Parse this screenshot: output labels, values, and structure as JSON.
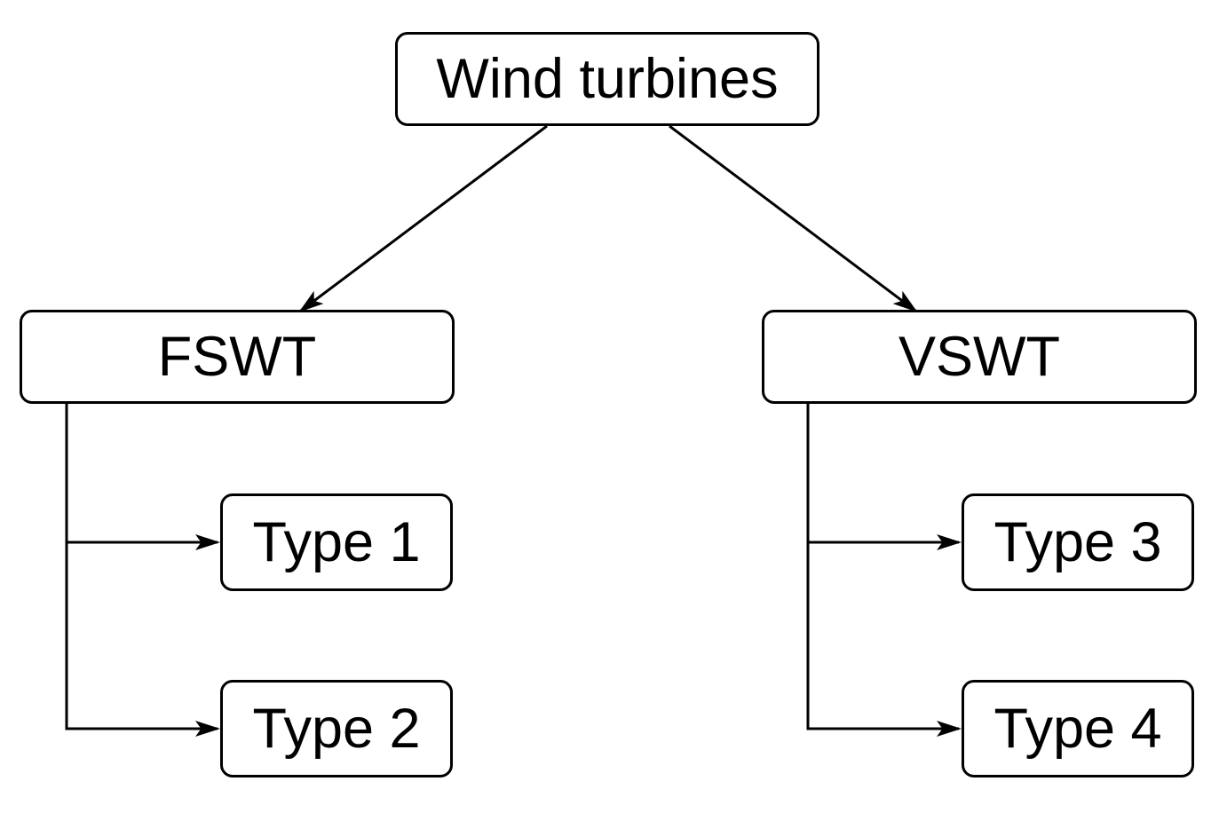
{
  "diagram": {
    "type": "tree",
    "background_color": "#ffffff",
    "line_color": "#000000",
    "box_fill_color": "#ffffff",
    "box_border_color": "#000000",
    "nodes": {
      "root": {
        "label": "Wind turbines"
      },
      "fswt": {
        "label": "FSWT"
      },
      "vswt": {
        "label": "VSWT"
      },
      "type1": {
        "label": "Type 1"
      },
      "type2": {
        "label": "Type 2"
      },
      "type3": {
        "label": "Type 3"
      },
      "type4": {
        "label": "Type 4"
      }
    },
    "edges": [
      {
        "from": "Wind turbines",
        "to": "FSWT",
        "style": "straight-arrow"
      },
      {
        "from": "Wind turbines",
        "to": "VSWT",
        "style": "straight-arrow"
      },
      {
        "from": "FSWT",
        "to": "Type 1",
        "style": "elbow-arrow"
      },
      {
        "from": "FSWT",
        "to": "Type 2",
        "style": "elbow-arrow"
      },
      {
        "from": "VSWT",
        "to": "Type 3",
        "style": "elbow-arrow"
      },
      {
        "from": "VSWT",
        "to": "Type 4",
        "style": "elbow-arrow"
      }
    ]
  }
}
